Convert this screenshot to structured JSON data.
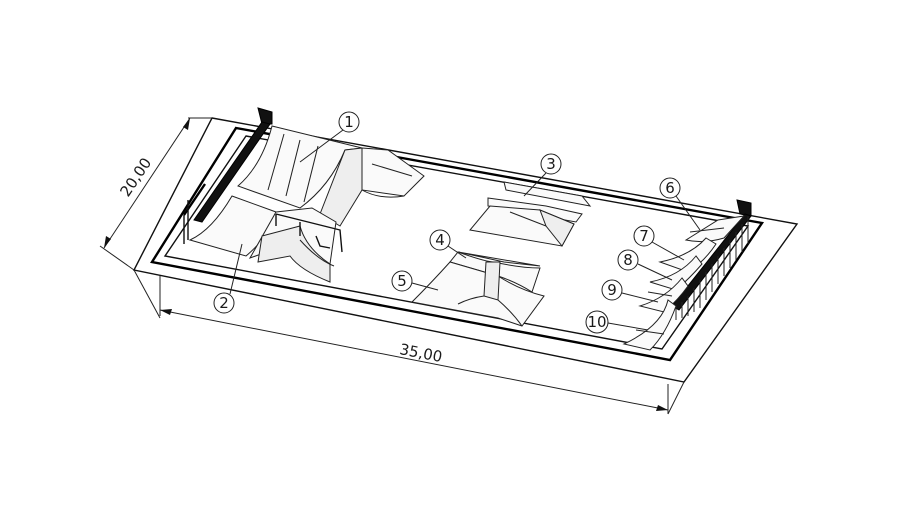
{
  "dimensions": {
    "width_label": "35,00",
    "depth_label": "20,00"
  },
  "callouts": [
    {
      "id": "c1",
      "label": "1"
    },
    {
      "id": "c2",
      "label": "2"
    },
    {
      "id": "c3",
      "label": "3"
    },
    {
      "id": "c4",
      "label": "4"
    },
    {
      "id": "c5",
      "label": "5"
    },
    {
      "id": "c6",
      "label": "6"
    },
    {
      "id": "c7",
      "label": "7"
    },
    {
      "id": "c8",
      "label": "8"
    },
    {
      "id": "c9",
      "label": "9"
    },
    {
      "id": "c10",
      "label": "10"
    }
  ]
}
